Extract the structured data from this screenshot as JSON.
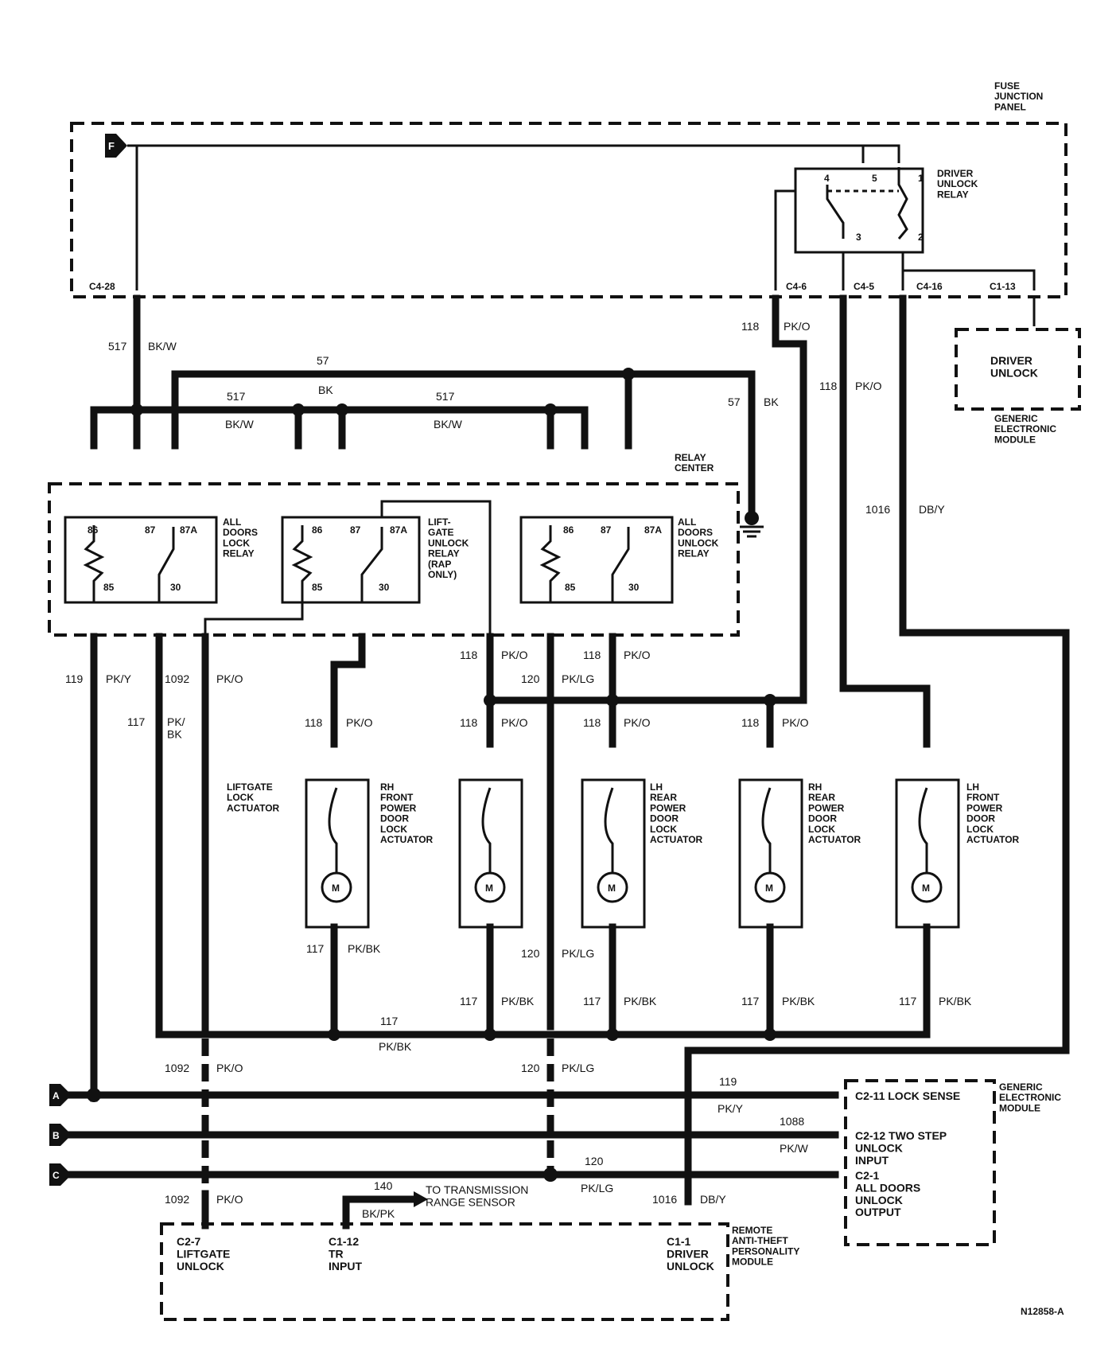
{
  "boxes": {
    "fuse_junction_panel": "FUSE\nJUNCTION\nPANEL",
    "relay_center": "RELAY\nCENTER",
    "gem_top_box": "DRIVER\nUNLOCK",
    "gem_top_label": "GENERIC\nELECTRONIC\nMODULE",
    "gem_bottom_label": "GENERIC\nELECTRONIC\nMODULE",
    "rap_module_label": "REMOTE\nANTI-THEFT\nPERSONALITY\nMODULE"
  },
  "relays": {
    "driver_unlock": {
      "label": "DRIVER\nUNLOCK\nRELAY",
      "pins": [
        "1",
        "2",
        "3",
        "4",
        "5"
      ]
    },
    "all_doors_lock": {
      "label": "ALL\nDOORS\nLOCK\nRELAY",
      "pins": [
        "86",
        "87",
        "87A",
        "85",
        "30"
      ]
    },
    "liftgate_unlock": {
      "label": "LIFT-\nGATE\nUNLOCK\nRELAY\n(RAP\nONLY)",
      "pins": [
        "86",
        "87",
        "87A",
        "85",
        "30"
      ]
    },
    "all_doors_unlock": {
      "label": "ALL\nDOORS\nUNLOCK\nRELAY",
      "pins": [
        "86",
        "87",
        "87A",
        "85",
        "30"
      ]
    }
  },
  "actuators": [
    {
      "label": "LIFTGATE\nLOCK\nACTUATOR",
      "motor": "M"
    },
    {
      "label": "RH\nFRONT\nPOWER\nDOOR\nLOCK\nACTUATOR",
      "motor": "M"
    },
    {
      "label": "LH\nREAR\nPOWER\nDOOR\nLOCK\nACTUATOR",
      "motor": "M"
    },
    {
      "label": "RH\nREAR\nPOWER\nDOOR\nLOCK\nACTUATOR",
      "motor": "M"
    },
    {
      "label": "LH\nFRONT\nPOWER\nDOOR\nLOCK\nACTUATOR",
      "motor": "M"
    }
  ],
  "connectors": {
    "fuse_F": "F",
    "c4_28": "C4-28",
    "c4_6": "C4-6",
    "c4_5": "C4-5",
    "c4_16": "C4-16",
    "c1_13": "C1-13",
    "ref_a": "A",
    "ref_b": "B",
    "ref_c": "C"
  },
  "gem_pins": {
    "c2_11": "C2-11  LOCK SENSE",
    "c2_12": "C2-12  TWO STEP\nUNLOCK\nINPUT",
    "c2_1": "C2-1\nALL DOORS\nUNLOCK\nOUTPUT"
  },
  "rap_pins": {
    "c2_7": "C2-7\nLIFTGATE\nUNLOCK",
    "c1_12": "C1-12\nTR\nINPUT",
    "c1_1": "C1-1\nDRIVER\nUNLOCK"
  },
  "transmission_note": "TO TRANSMISSION\nRANGE SENSOR",
  "wires": {
    "w517_top": [
      "517",
      "BK/W"
    ],
    "w57_top": "57",
    "w57_bk": [
      "57",
      "BK"
    ],
    "w517_left": [
      "517",
      "BK/W"
    ],
    "w_bk_mid": "BK",
    "w517_right": [
      "517",
      "BK/W"
    ],
    "w118_c46": [
      "118",
      "PK/O"
    ],
    "w118_right": [
      "118",
      "PK/O"
    ],
    "w1016_right": [
      "1016",
      "DB/Y"
    ],
    "w119": [
      "119",
      "PK/Y"
    ],
    "w1092_a": [
      "1092",
      "PK/O"
    ],
    "w117_a": [
      "117",
      "PK/\nBK"
    ],
    "w118_relay_a": [
      "118",
      "PK/O"
    ],
    "w120_a": [
      "120",
      "PK/LG"
    ],
    "w118_relay_b": [
      "118",
      "PK/O"
    ],
    "w118_act1": [
      "118",
      "PK/O"
    ],
    "w118_act2": [
      "118",
      "PK/O"
    ],
    "w118_act3": [
      "118",
      "PK/O"
    ],
    "w118_act4": [
      "118",
      "PK/O"
    ],
    "w117_act1": [
      "117",
      "PK/BK"
    ],
    "w120_b": [
      "120",
      "PK/LG"
    ],
    "w117_act2": [
      "117",
      "PK/BK"
    ],
    "w117_act3": [
      "117",
      "PK/BK"
    ],
    "w117_act4": [
      "117",
      "PK/BK"
    ],
    "w117_act5": [
      "117",
      "PK/BK"
    ],
    "w117_bus": [
      "117",
      "PK/BK"
    ],
    "w1092_b": [
      "1092",
      "PK/O"
    ],
    "w120_c": [
      "120",
      "PK/LG"
    ],
    "w119_bus": [
      "119",
      "PK/Y"
    ],
    "w1088_bus": [
      "1088",
      "PK/W"
    ],
    "w120_bus": [
      "120",
      "PK/LG"
    ],
    "w140": [
      "140",
      "BK/PK"
    ],
    "w1092_c": [
      "1092",
      "PK/O"
    ],
    "w1016_c": [
      "1016",
      "DB/Y"
    ]
  },
  "figure_id": "N12858-A"
}
